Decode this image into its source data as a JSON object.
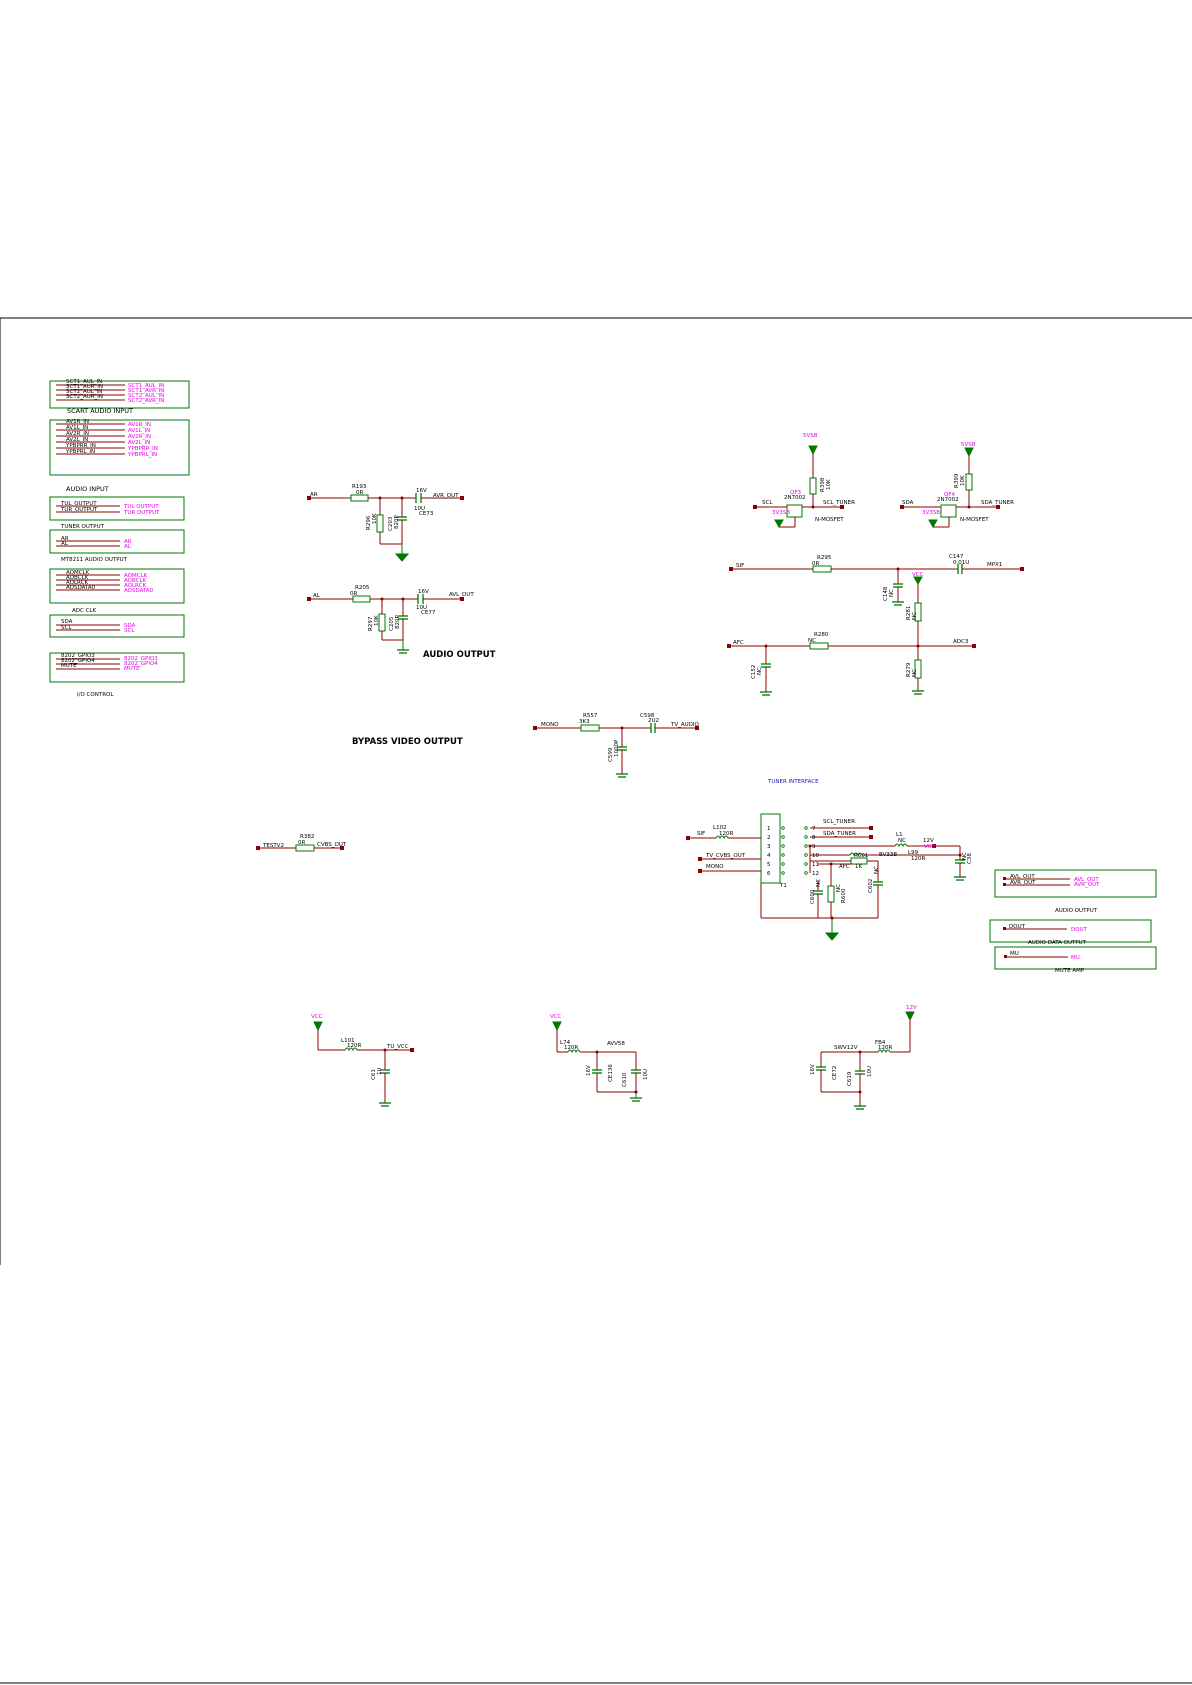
{
  "titles": {
    "scart_audio_input": "SCART AUDIO INPUT",
    "audio_input": "AUDIO INPUT",
    "tuner_output": "TUNER OUTPUT",
    "mt8211_audio_output": "MT8211 AUDIO OUTPUT",
    "adc_clk": "ADC CLK",
    "io_control": "I/O CONTROL",
    "audio_output_main": "AUDIO OUTPUT",
    "bypass_video_output": "BYPASS VIDEO OUTPUT",
    "tuner_interface": "TUNER INTERFACE",
    "audio_output_small": "AUDIO OUTPUT",
    "audio_data_output": "AUDIO DATA OUTPUT",
    "mute_amp": "MUTE AMP"
  },
  "blocks": {
    "scart": {
      "left": [
        "SCT1_AUL_IN",
        "SCT1_AUR_IN",
        "SCT2_AUL_IN",
        "SCT2_AUR_IN"
      ],
      "right": [
        "SCT1_AUL_IN",
        "SCT1_AVR_IN",
        "SCT2_AUL_IN",
        "SCT2_AVR_IN"
      ]
    },
    "audio_in": {
      "left": [
        "AV1R_IN",
        "AV1L_IN",
        "AV2R_IN",
        "AV2L_IN",
        "YPBPRR_IN",
        "YPBPRL_IN"
      ],
      "right": [
        "AV1R_IN",
        "AV1L_IN",
        "AV2R_IN",
        "AV2L_IN",
        "YPBPRR_IN",
        "YPBPRL_IN"
      ]
    },
    "tuner_out": {
      "left": [
        "TUL_OUTPUT",
        "TUR_OUTPUT"
      ],
      "right": [
        "TUL OUTPUT",
        "TUR OUTPUT"
      ]
    },
    "mt8211": {
      "left": [
        "AR",
        "AL"
      ],
      "right": [
        "AR",
        "AL"
      ]
    },
    "adc": {
      "left": [
        "AOMCLK",
        "AOBCLK",
        "AOLRCK",
        "AOSDATA0"
      ],
      "right": [
        "AOMCLK",
        "AOBCLK",
        "AOLRCK",
        "AOSDATA0"
      ]
    },
    "i2c": {
      "left": [
        "SDA",
        "SCL"
      ],
      "right": [
        "SDA",
        "SCL"
      ]
    },
    "io": {
      "left": [
        "8202_GPIO3",
        "8202_GPIO4",
        "MUTE"
      ],
      "right": [
        "8202_GPIO3",
        "8202_GPIO4",
        "MUTE"
      ]
    },
    "audio_out_small": {
      "left": [
        "AVL_OUT",
        "AVR_OUT"
      ],
      "right": [
        "AVL_OUT",
        "AVR_OUT"
      ]
    },
    "aout": {
      "left": "DOUT",
      "right": "DOUT"
    },
    "mute_amp": {
      "left": "MU",
      "right": "MU"
    }
  },
  "audio_out": {
    "r": {
      "net_in": "AR",
      "res": "R193",
      "res_val": "0R",
      "pull": "R296",
      "pull_val": "10K",
      "cap": "C203",
      "cap_val": "820P",
      "ecap": "CE73",
      "ecap_v": "16V",
      "ecap_val": "10U",
      "net_out": "AVR_OUT"
    },
    "l": {
      "net_in": "AL",
      "res": "R205",
      "res_val": "0R",
      "pull": "R297",
      "pull_val": "10K",
      "cap": "C205",
      "cap_val": "820P",
      "ecap": "CE77",
      "ecap_v": "16V",
      "ecap_val": "10U",
      "net_out": "AVL_OUT"
    }
  },
  "i2c_shift": {
    "q3": {
      "pwr": "5VSB",
      "res": "R398",
      "res_val": "10K",
      "q": "QF3",
      "q_part": "2N7002",
      "gate": "3V3SB",
      "in": "SCL",
      "out": "SCL_TUNER",
      "type": "N-MOSFET"
    },
    "q4": {
      "pwr": "5VSB",
      "res": "R399",
      "res_val": "10K",
      "q": "QF4",
      "q_part": "2N7002",
      "gate": "3V3SB",
      "in": "SDA",
      "out": "SDA_TUNER",
      "type": "N-MOSFET"
    }
  },
  "sif_chain": {
    "in": "SIF",
    "res": "R295",
    "res_val": "0R",
    "cap": "C147",
    "cap_val": "0.01U",
    "out": "MPX1",
    "vcc": "VCC",
    "c_gnd": "C148",
    "c_gnd_val": "NC",
    "r_up": "R281",
    "r_up_val": "NC",
    "afc": "AFC",
    "r_afc": "R280",
    "r_afc_val": "NC",
    "adc": "ADC3",
    "r_dn": "R279",
    "r_dn_val": "NC",
    "c_afc": "C152",
    "c_afc_val": "NC"
  },
  "mono": {
    "in": "MONO",
    "res": "R557",
    "res_val": "3K3",
    "cap": "C598",
    "cap_val": "2U2",
    "out": "TV_AUDIO",
    "c_gnd": "C599",
    "c_gnd_val": "1000P"
  },
  "bypass": {
    "in": "TESTV2",
    "res": "R382",
    "res_val": "0R",
    "out": "CVBS_OUT"
  },
  "tuner": {
    "sif": "SIF",
    "l_sif": "L102",
    "l_sif_val": "120R",
    "scl": "SCL_TUNER",
    "sda": "SDA_TUNER",
    "cvbs": "TV_CVBS_OUT",
    "mono": "MONO",
    "l1": "L1",
    "l1_val": "NC",
    "v12": "12V",
    "vcc": "VCC",
    "l99": "L99",
    "l99_val": "120R",
    "c_right": "C38",
    "c_right_val": "NC",
    "r601": "R601",
    "r601_val": "1K",
    "bv": "BV33B",
    "afc": "AFC",
    "c600": "C600",
    "c600_val": "NC",
    "r600": "R600",
    "r600_val": "NC",
    "c602": "C602",
    "c602_val": "NC",
    "ref": "T1",
    "pins": [
      "1",
      "2",
      "3",
      "4",
      "5",
      "6",
      "7",
      "8",
      "9",
      "10",
      "11",
      "12"
    ]
  },
  "power": {
    "p1": {
      "src": "VCC",
      "l": "L101",
      "l_val": "120R",
      "net": "TU_VCC",
      "c": "C61",
      "c_val": "1U"
    },
    "p2": {
      "src": "VCC",
      "l": "L74",
      "l_val": "120R",
      "net": "AVV58",
      "ce": "CE136",
      "ce_v": "16V",
      "c": "C610",
      "c_val": "10U"
    },
    "p3": {
      "src": "12V",
      "l": "FB4",
      "l_val": "120R",
      "net": "SWV12V",
      "ce": "CE72",
      "ce_v": "16V",
      "c": "C619",
      "c_val": "10U"
    }
  }
}
